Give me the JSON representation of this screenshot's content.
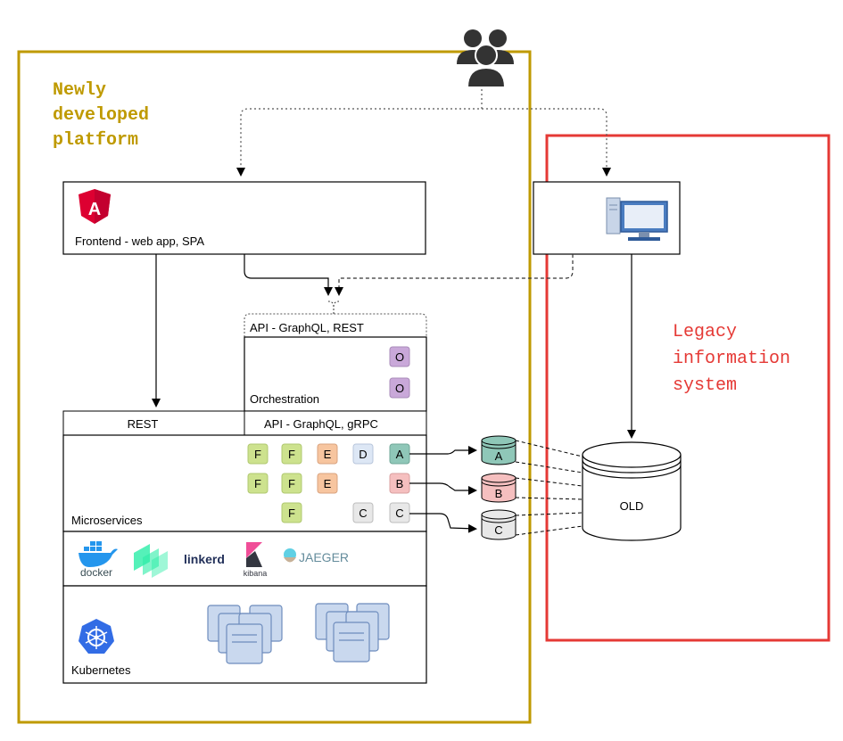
{
  "platform": {
    "title_lines": [
      "Newly",
      "developed",
      "platform"
    ],
    "border_color": "#BF9A00"
  },
  "legacy": {
    "title_lines": [
      "Legacy",
      "information",
      "system"
    ],
    "border_color": "#E53935"
  },
  "users_icon": "users-group-icon",
  "frontend": {
    "label": "Frontend - web app, SPA",
    "logo_letter": "A",
    "logo_icon": "angular-logo-icon",
    "logo_color": "#DD0031"
  },
  "legacy_client": {
    "icon": "desktop-computer-icon"
  },
  "orchestration": {
    "api_label": "API - GraphQL, REST",
    "label": "Orchestration",
    "services": [
      "O",
      "O"
    ],
    "color": "#C9A8D9"
  },
  "microservices": {
    "rest_label": "REST",
    "api_label": "API - GraphQL, gRPC",
    "label": "Microservices",
    "row1": [
      "F",
      "F",
      "E",
      "D",
      "A"
    ],
    "row2": [
      "F",
      "F",
      "E",
      "B"
    ],
    "row3": [
      "F",
      "C",
      "C"
    ],
    "colors": {
      "F": "#CDE28E",
      "E": "#F7C59F",
      "D": "#DDE7F5",
      "A": "#8FC7B8",
      "B": "#F5BFBF",
      "C": "#E8E8E8"
    }
  },
  "tools": {
    "docker_label": "docker",
    "linkerd_label": "linkerd",
    "kibana_label": "kibana",
    "jaeger_label": "JAEGER",
    "icons": [
      "docker-icon",
      "linkerd-icon",
      "kibana-icon",
      "jaeger-icon"
    ]
  },
  "kubernetes": {
    "label": "Kubernetes",
    "icon": "kubernetes-icon",
    "server_icon": "server-cluster-icon"
  },
  "databases": {
    "new": [
      "A",
      "B",
      "C"
    ],
    "new_colors": [
      "#8FC7B8",
      "#F5BFBF",
      "#E8E8E8"
    ],
    "old": "OLD"
  }
}
